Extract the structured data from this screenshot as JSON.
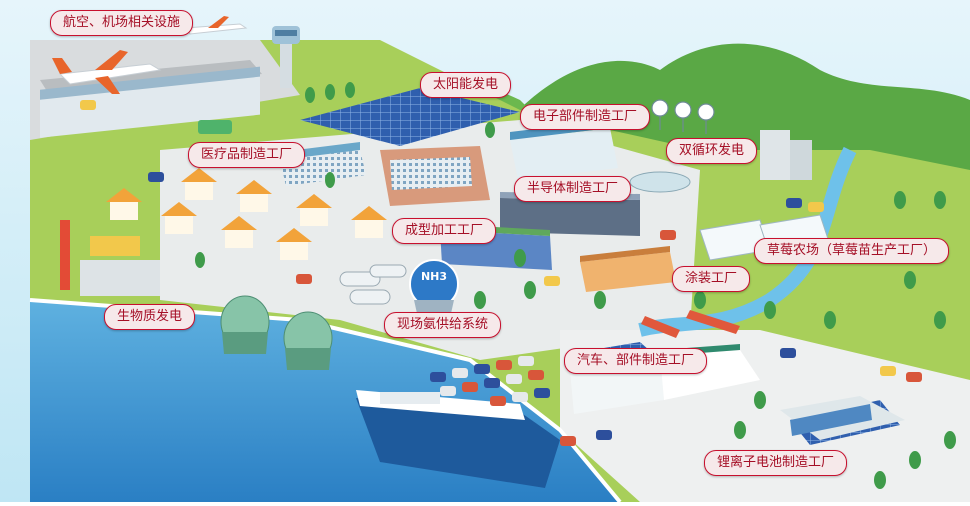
{
  "labels": {
    "aviation": "航空、机场相关设施",
    "solar": "太阳能发电",
    "electronics": "电子部件制造工厂",
    "pharma": "医疗品制造工厂",
    "binary": "双循环发电",
    "semiconductor": "半导体制造工厂",
    "molding": "成型加工工厂",
    "strawberry": "草莓农场（草莓苗生产工厂）",
    "painting": "涂装工厂",
    "biomass": "生物质发电",
    "ammonia": "现场氨供给系统",
    "auto": "汽车、部件制造工厂",
    "battery": "锂离子电池制造工厂"
  },
  "tank_label": "NH3",
  "colors": {
    "label_border": "#c8102e",
    "label_fill": "#f6e9ea",
    "label_text": "#a50f26",
    "sea": "#2e8ccf",
    "sky": "#bfe6f4",
    "grass": "#a8cf5a",
    "mountain": "#5aa845"
  },
  "icons": [
    "airplane-icon",
    "control-tower-icon",
    "solar-panel-icon",
    "wind-turbine-icon",
    "gas-tank-icon",
    "ship-icon",
    "car-icon",
    "house-icon",
    "tree-icon",
    "greenhouse-icon"
  ]
}
